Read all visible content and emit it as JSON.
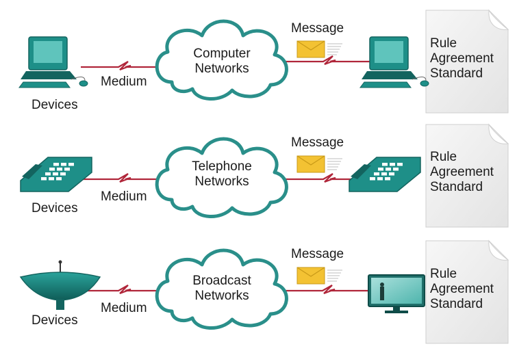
{
  "rows": [
    {
      "id": "computer",
      "devices_label": "Devices",
      "medium_label": "Medium",
      "network_label_line1": "Computer",
      "network_label_line2": "Networks",
      "message_label": "Message",
      "doc_lines": [
        "Rule",
        "Agreement",
        "Standard"
      ],
      "source_device_icon": "desktop-computer-icon",
      "destination_device_icon": "desktop-computer-icon"
    },
    {
      "id": "telephone",
      "devices_label": "Devices",
      "medium_label": "Medium",
      "network_label_line1": "Telephone",
      "network_label_line2": "Networks",
      "message_label": "Message",
      "doc_lines": [
        "Rule",
        "Agreement",
        "Standard"
      ],
      "source_device_icon": "desk-phone-icon",
      "destination_device_icon": "desk-phone-icon"
    },
    {
      "id": "broadcast",
      "devices_label": "Devices",
      "medium_label": "Medium",
      "network_label_line1": "Broadcast",
      "network_label_line2": "Networks",
      "message_label": "Message",
      "doc_lines": [
        "Rule",
        "Agreement",
        "Standard"
      ],
      "source_device_icon": "satellite-dish-icon",
      "destination_device_icon": "television-icon"
    }
  ],
  "colors": {
    "device_teal": "#1e8f88",
    "device_dark": "#13645f",
    "cloud_stroke": "#2a8f8a",
    "link_red": "#b0263a",
    "envelope_yellow": "#f3c233",
    "doc_fill": "#f2f2f2"
  }
}
